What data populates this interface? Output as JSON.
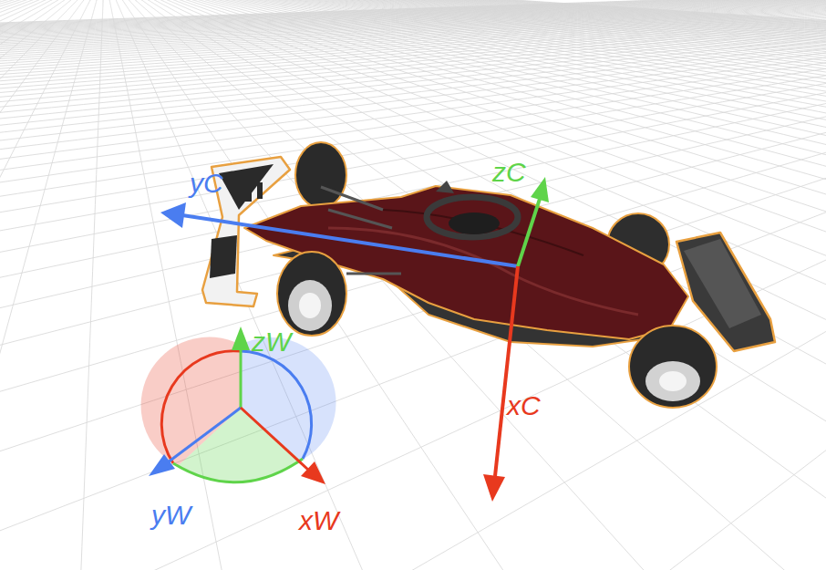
{
  "diagram": {
    "labels": [
      "yC",
      "zC",
      "xC",
      "zW",
      "yW",
      "xW"
    ]
  }
}
